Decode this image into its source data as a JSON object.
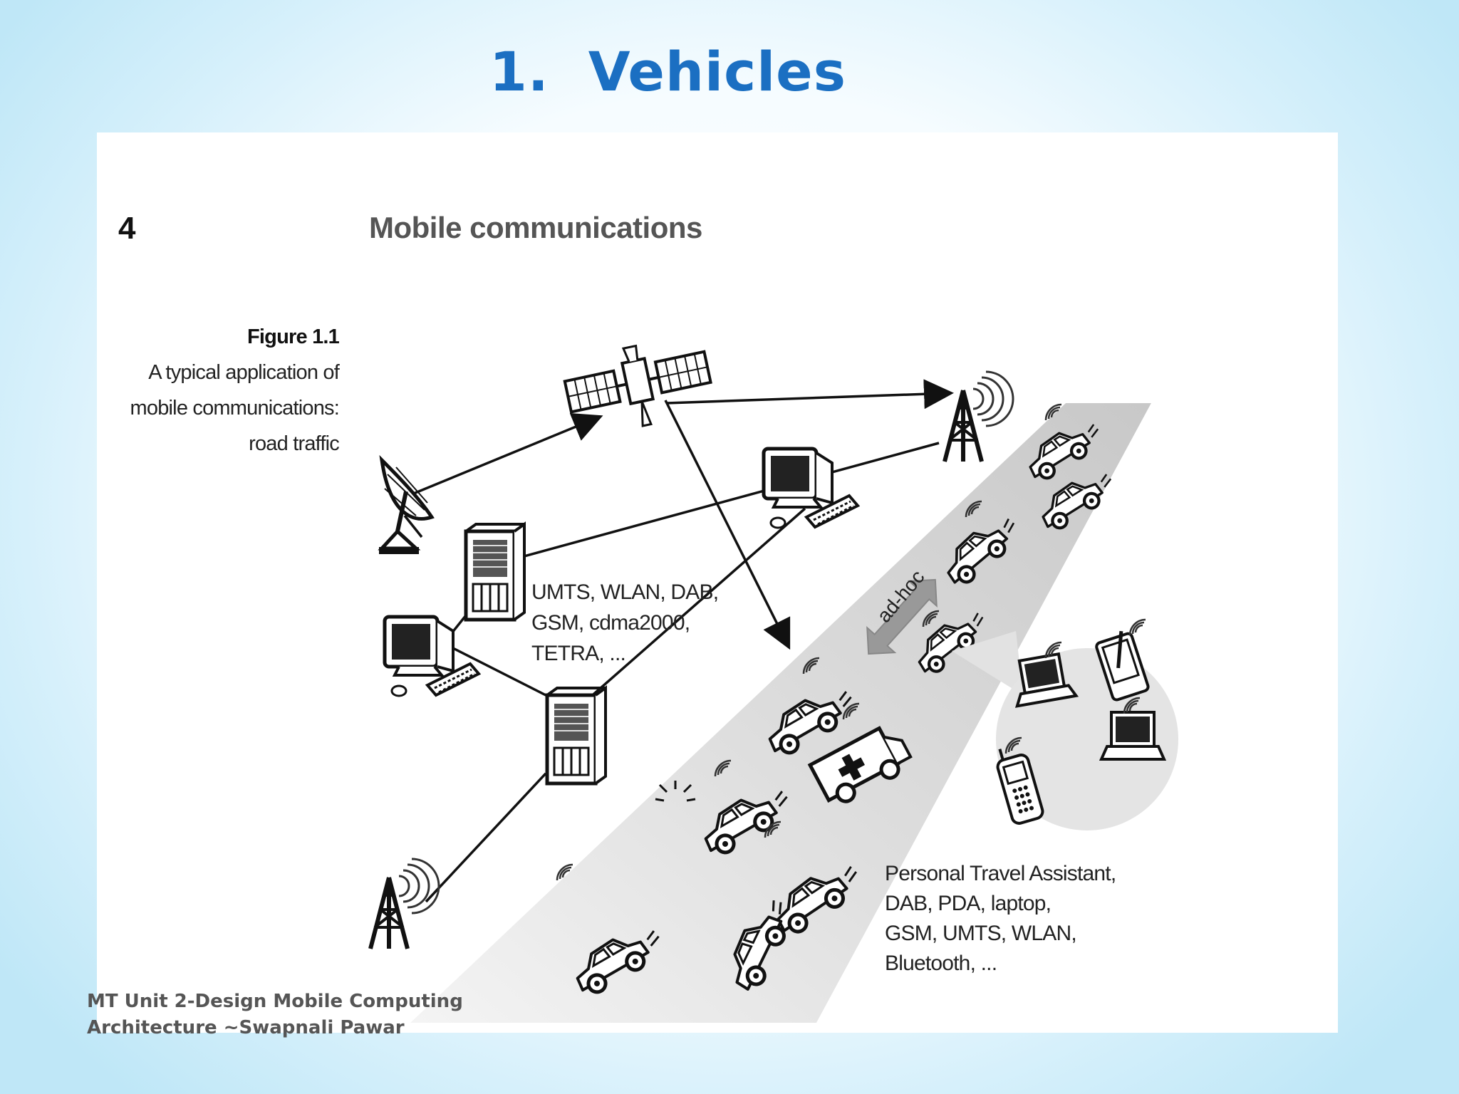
{
  "slide": {
    "title": "1.  Vehicles"
  },
  "figure": {
    "page_number": "4",
    "book_title": "Mobile communications",
    "caption": {
      "label": "Figure 1.1",
      "lines": [
        "A typical application of",
        "mobile communications:",
        "road traffic"
      ]
    },
    "technologies": [
      "UMTS, WLAN, DAB,",
      "GSM, cdma2000,",
      "TETRA, ..."
    ],
    "devices": [
      "Personal Travel Assistant,",
      "DAB, PDA, laptop,",
      "GSM, UMTS, WLAN,",
      "Bluetooth, ..."
    ],
    "adhoc_label": "ad-hoc"
  },
  "footer": {
    "line1": "MT Unit 2-Design Mobile Computing",
    "line2": "Architecture ~Swapnali Pawar"
  },
  "colors": {
    "title": "#1b6fc2",
    "road": "#d4d4d4",
    "line": "#111111"
  }
}
